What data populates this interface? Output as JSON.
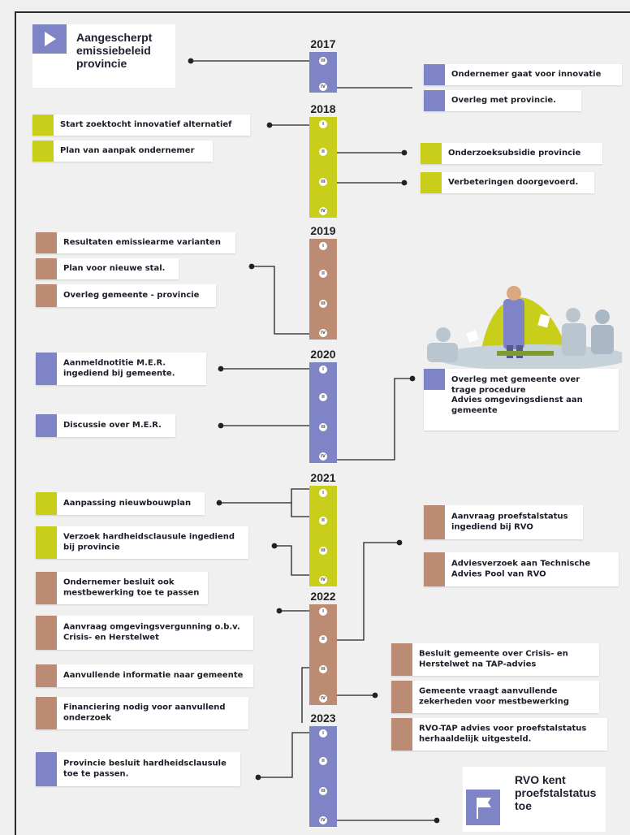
{
  "colors": {
    "purple": "#7f84c6",
    "green": "#c8ce1a",
    "brown": "#bb8b73",
    "dot": "#222222"
  },
  "quarters": [
    "I",
    "II",
    "III",
    "IV"
  ],
  "years": [
    {
      "label": "2017",
      "color": "#7f84c6"
    },
    {
      "label": "2018",
      "color": "#c8ce1a"
    },
    {
      "label": "2019",
      "color": "#bb8b73"
    },
    {
      "label": "2020",
      "color": "#7f84c6"
    },
    {
      "label": "2021",
      "color": "#c8ce1a"
    },
    {
      "label": "2022",
      "color": "#bb8b73"
    },
    {
      "label": "2023",
      "color": "#7f84c6"
    }
  ],
  "start": {
    "text": "Aangescherpt\nemissiebeleid\nprovincie",
    "icon": "play-icon"
  },
  "end": {
    "text": "RVO kent\nproefstalstatus\ntoe",
    "icon": "flag-icon"
  },
  "events": [
    {
      "text": "Ondernemer gaat voor innovatie",
      "color": "#7f84c6"
    },
    {
      "text": "Overleg met provincie.",
      "color": "#7f84c6"
    },
    {
      "text": "Start zoektocht innovatief alternatief",
      "color": "#c8ce1a"
    },
    {
      "text": "Plan van aanpak ondernemer",
      "color": "#c8ce1a"
    },
    {
      "text": "Onderzoeksubsidie provincie",
      "color": "#c8ce1a"
    },
    {
      "text": "Verbeteringen doorgevoerd.",
      "color": "#c8ce1a"
    },
    {
      "text": "Resultaten emissiearme varianten",
      "color": "#bb8b73"
    },
    {
      "text": "Plan voor nieuwe stal.",
      "color": "#bb8b73"
    },
    {
      "text": "Overleg gemeente - provincie",
      "color": "#bb8b73"
    },
    {
      "text": "Aanmeldnotitie M.E.R.\ningediend bij gemeente.",
      "color": "#7f84c6"
    },
    {
      "text": "Discussie over M.E.R.",
      "color": "#7f84c6"
    },
    {
      "text": "Overleg met gemeente over\ntrage procedure\nAdvies omgevingsdienst aan\ngemeente",
      "color": "#7f84c6"
    },
    {
      "text": "Aanpassing nieuwbouwplan",
      "color": "#c8ce1a"
    },
    {
      "text": "Verzoek hardheidsclausule ingediend\nbij provincie",
      "color": "#c8ce1a"
    },
    {
      "text": "Aanvraag proefstalstatus\ningediend bij RVO",
      "color": "#bb8b73"
    },
    {
      "text": "Adviesverzoek aan Technische\nAdvies Pool van RVO",
      "color": "#bb8b73"
    },
    {
      "text": "Ondernemer besluit ook\nmestbewerking toe te passen",
      "color": "#bb8b73"
    },
    {
      "text": "Aanvraag omgevingsvergunning o.b.v.\nCrisis- en Herstelwet",
      "color": "#bb8b73"
    },
    {
      "text": "Aanvullende informatie naar gemeente",
      "color": "#bb8b73"
    },
    {
      "text": "Financiering nodig voor aanvullend\nonderzoek",
      "color": "#bb8b73"
    },
    {
      "text": "Besluit gemeente over Crisis- en\nHerstelwet na TAP-advies",
      "color": "#bb8b73"
    },
    {
      "text": "Gemeente vraagt aanvullende\nzekerheden voor mestbewerking",
      "color": "#bb8b73"
    },
    {
      "text": "RVO-TAP advies voor proefstalstatus\nherhaaldelijk uitgesteld.",
      "color": "#bb8b73"
    },
    {
      "text": "Provincie besluit hardheidsclausule\ntoe te passen.",
      "color": "#7f84c6"
    }
  ],
  "illustration": {
    "icon": "meeting-people-illustration"
  }
}
